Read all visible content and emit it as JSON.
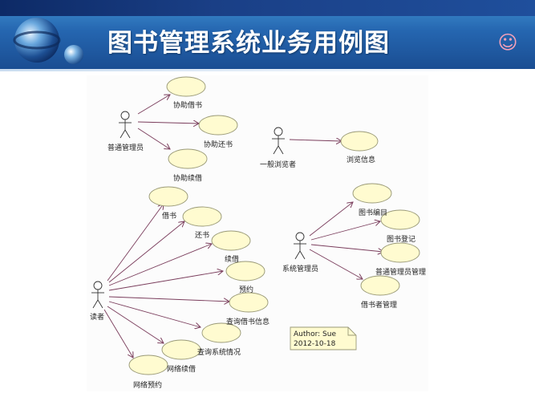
{
  "slide": {
    "title": "图书管理系统业务用例图",
    "icons": {
      "logo": "globe-icon",
      "corner": "smiley-icon"
    },
    "colors": {
      "banner": "#2566b0",
      "ellipse_fill": "#fffbd0",
      "ellipse_stroke": "#9a9a78",
      "arrow": "#7a3d5c",
      "note_fill": "#fffbd0"
    }
  },
  "actors": {
    "librarian": "普通管理员",
    "browser": "一般浏览者",
    "admin": "系统管理员",
    "reader": "读者"
  },
  "use_cases": {
    "assist_borrow": "协助借书",
    "assist_return": "协助还书",
    "assist_renew": "协助续借",
    "browse_info": "浏览信息",
    "borrow": "借书",
    "return": "还书",
    "renew": "续借",
    "reserve": "预约",
    "query_borrow": "查询借书信息",
    "query_system": "查询系统情况",
    "online_renew": "网络续借",
    "online_reserve": "网络预约",
    "catalog": "图书编目",
    "register": "图书登记",
    "manage_librarian": "普通管理员管理",
    "manage_reader": "借书者管理"
  },
  "note": {
    "author": "Author:  Sue",
    "date": "2012-10-18"
  }
}
